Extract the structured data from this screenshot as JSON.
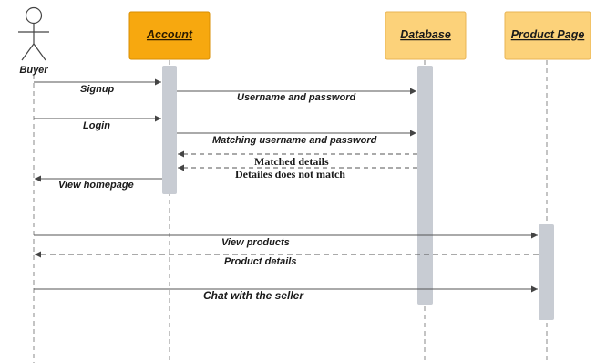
{
  "actor": {
    "name": "Buyer"
  },
  "participants": {
    "account": "Account",
    "database": "Database",
    "product_page": "Product Page"
  },
  "messages": {
    "signup": "Signup",
    "username_password": "Username and password",
    "login": "Login",
    "matching": "Matching username and password",
    "matched_details": "Matched details",
    "does_not_match": "Detailes does not match",
    "view_homepage": "View homepage",
    "view_products": "View products",
    "product_details": "Product details",
    "chat": "Chat with the seller"
  },
  "colors": {
    "account_box": "#f7a80f",
    "database_box": "#fcd27a",
    "product_box": "#fcd27a",
    "activation": "#c8ccd3",
    "line": "#555555"
  }
}
